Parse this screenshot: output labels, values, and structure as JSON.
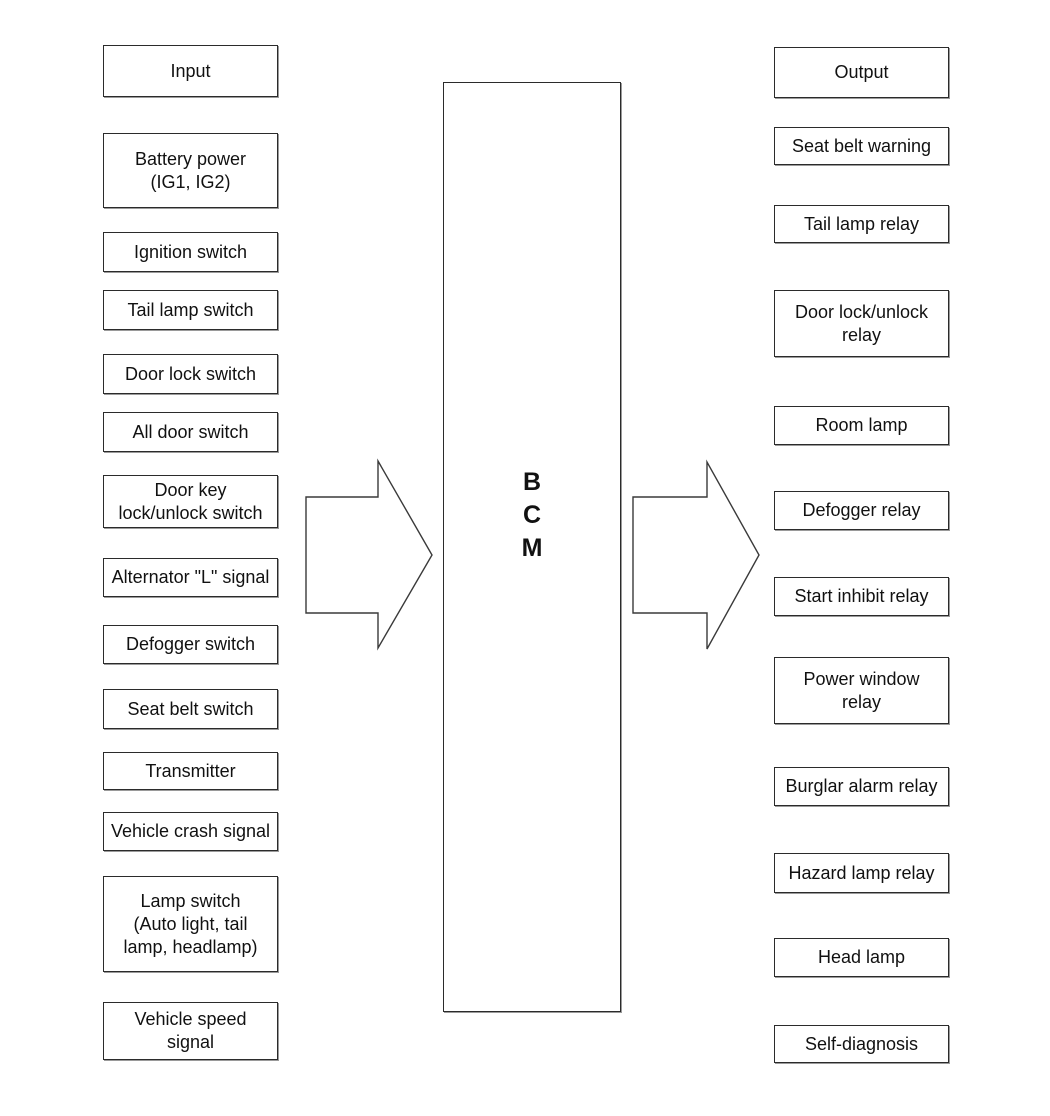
{
  "bcm": {
    "label": "B\nC\nM"
  },
  "input": {
    "header": "Input",
    "items": [
      "Battery power\n(IG1, IG2)",
      "Ignition switch",
      "Tail lamp switch",
      "Door lock switch",
      "All door switch",
      "Door key\nlock/unlock switch",
      "Alternator \"L\" signal",
      "Defogger switch",
      "Seat belt switch",
      "Transmitter",
      "Vehicle crash signal",
      "Lamp switch\n(Auto light, tail\nlamp, headlamp)",
      "Vehicle speed\nsignal"
    ]
  },
  "output": {
    "header": "Output",
    "items": [
      "Seat belt warning",
      "Tail lamp relay",
      "Door lock/unlock\nrelay",
      "Room lamp",
      "Defogger relay",
      "Start inhibit relay",
      "Power window\nrelay",
      "Burglar alarm relay",
      "Hazard lamp relay",
      "Head lamp",
      "Self-diagnosis"
    ]
  },
  "colors": {
    "background": "#ffffff",
    "box_border": "#2b2b2b",
    "box_shadow": "#9a9a9a",
    "text": "#111111"
  }
}
